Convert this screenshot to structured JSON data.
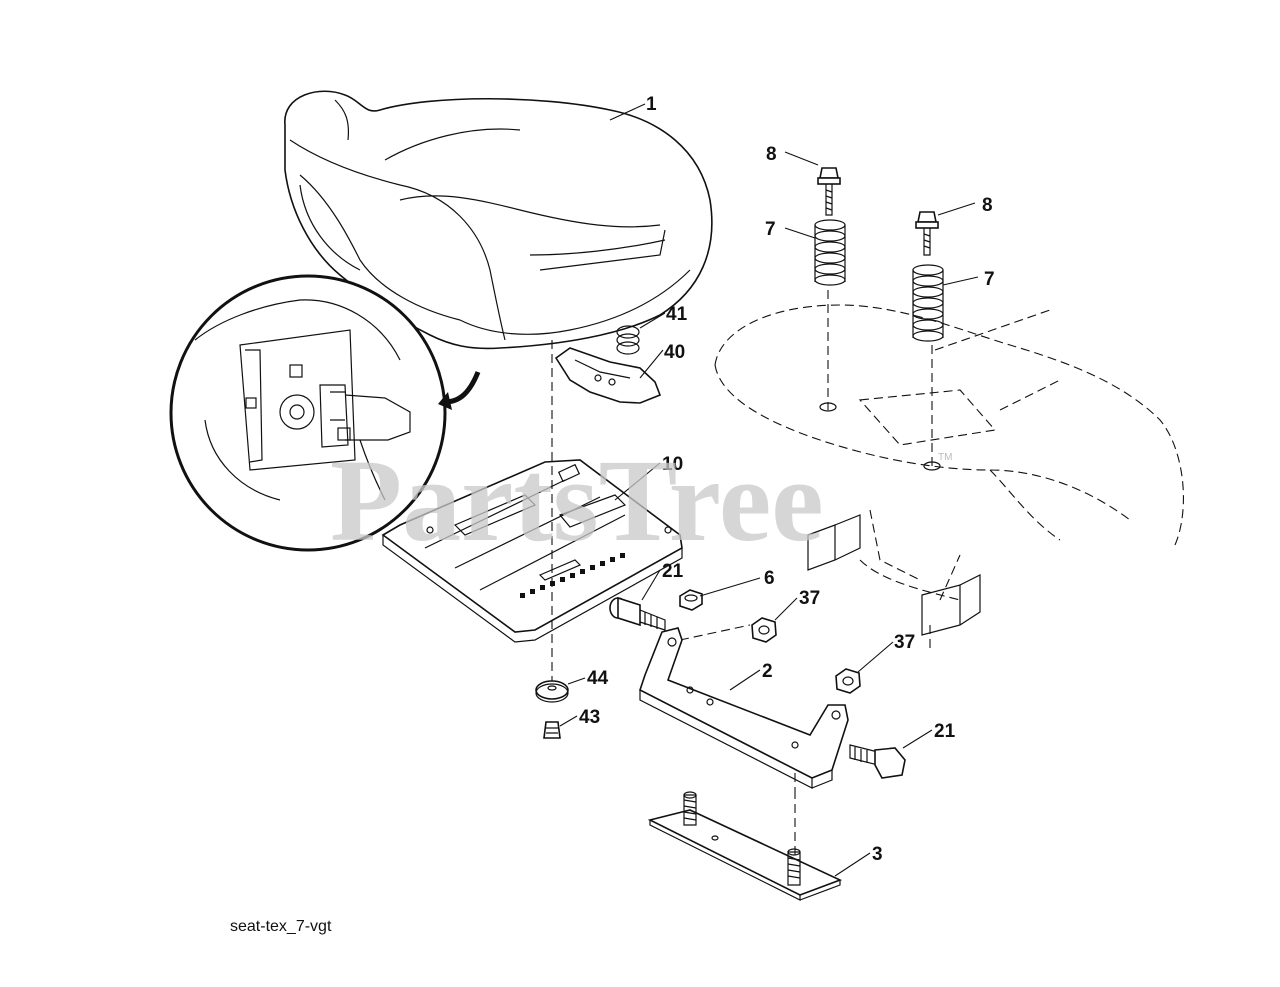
{
  "watermark": {
    "text": "PartsTree",
    "trademark": "TM"
  },
  "caption": "seat-tex_7-vgt",
  "callouts": [
    {
      "id": "1",
      "text": "1"
    },
    {
      "id": "8a",
      "text": "8"
    },
    {
      "id": "8b",
      "text": "8"
    },
    {
      "id": "7a",
      "text": "7"
    },
    {
      "id": "7b",
      "text": "7"
    },
    {
      "id": "41",
      "text": "41"
    },
    {
      "id": "40",
      "text": "40"
    },
    {
      "id": "10",
      "text": "10"
    },
    {
      "id": "21a",
      "text": "21"
    },
    {
      "id": "6",
      "text": "6"
    },
    {
      "id": "37a",
      "text": "37"
    },
    {
      "id": "37b",
      "text": "37"
    },
    {
      "id": "2",
      "text": "2"
    },
    {
      "id": "44",
      "text": "44"
    },
    {
      "id": "43",
      "text": "43"
    },
    {
      "id": "21b",
      "text": "21"
    },
    {
      "id": "3",
      "text": "3"
    }
  ]
}
